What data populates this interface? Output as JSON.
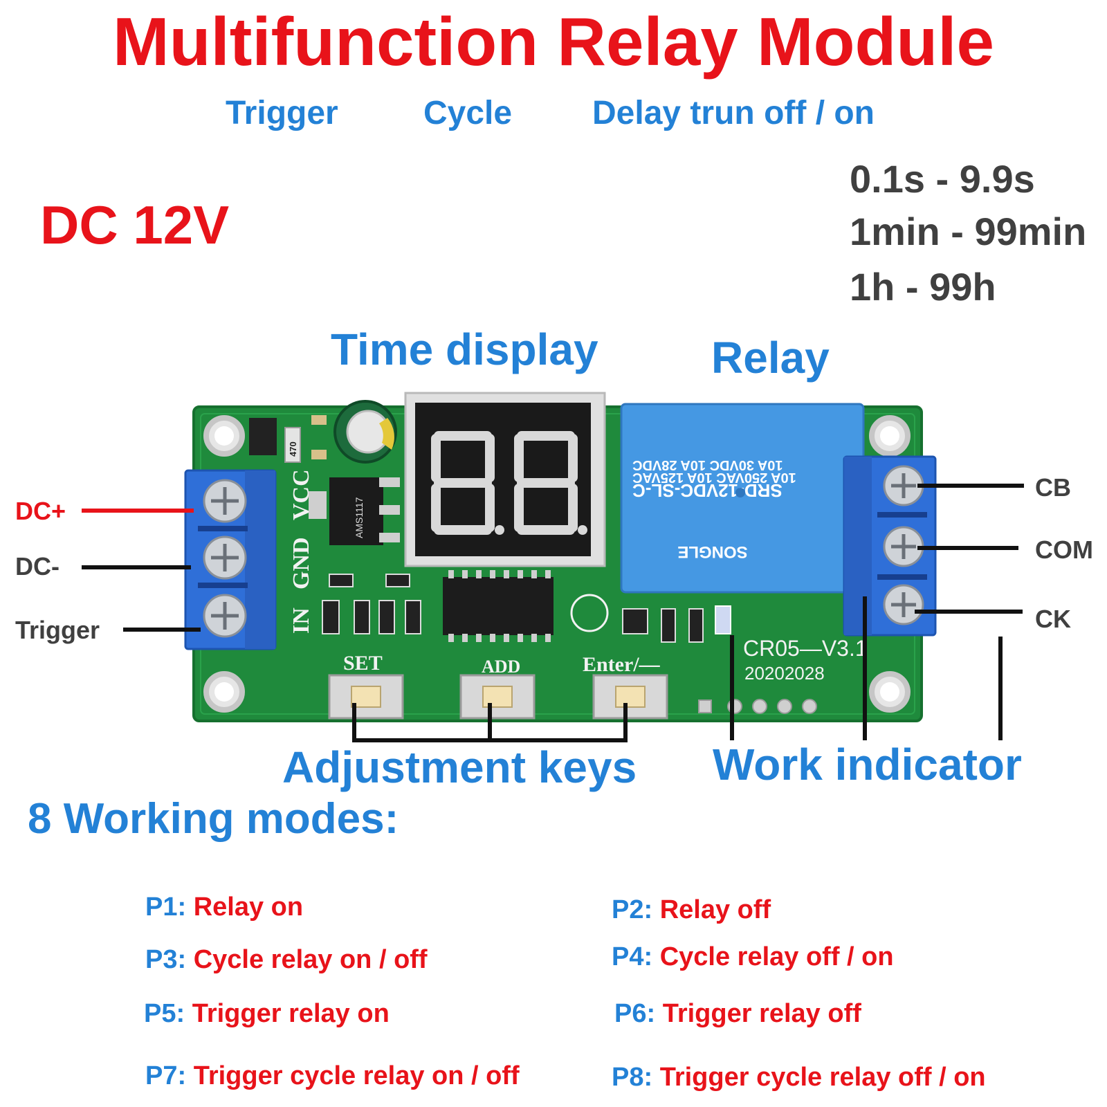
{
  "title": "Multifunction Relay Module",
  "functions": [
    "Trigger",
    "Cycle",
    "Delay trun off / on"
  ],
  "voltage": "DC 12V",
  "time_ranges": [
    "0.1s - 9.9s",
    "1min - 99min",
    "1h - 99h"
  ],
  "callouts": {
    "time_display": "Time display",
    "relay": "Relay",
    "adjustment_keys": "Adjustment keys",
    "work_indicator": "Work indicator"
  },
  "left_terminals": [
    "DC+",
    "DC-",
    "Trigger"
  ],
  "right_terminals": [
    "CB",
    "COM",
    "CK"
  ],
  "board": {
    "silkscreen_vcc": "VCC",
    "silkscreen_gnd": "GND",
    "silkscreen_in": "IN",
    "key_set": "SET",
    "key_add": "ADD",
    "key_enter": "Enter/—",
    "model": "CR05—V3.1",
    "date": "20202028",
    "regulator": "AMS1117",
    "relay_lines": [
      "SRD-12VDC-SL-C",
      "10A 250VAC 10A 125VAC",
      "10A 30VDC 10A 28VDC"
    ],
    "relay_brand": "SONGLE",
    "resistor": "470"
  },
  "modes_heading": "8 Working modes:",
  "modes": [
    {
      "code": "P1:",
      "text": "Relay on"
    },
    {
      "code": "P2:",
      "text": "Relay off"
    },
    {
      "code": "P3:",
      "text": "Cycle relay on / off"
    },
    {
      "code": "P4:",
      "text": "Cycle relay off / on"
    },
    {
      "code": "P5:",
      "text": "Trigger relay on"
    },
    {
      "code": "P6:",
      "text": "Trigger relay off"
    },
    {
      "code": "P7:",
      "text": "Trigger cycle relay on / off"
    },
    {
      "code": "P8:",
      "text": "Trigger cycle relay off / on"
    }
  ],
  "colors": {
    "red": "#e8131a",
    "blue": "#2381d6",
    "dark": "#404040",
    "pcb": "#1f8a3c",
    "terminal_block": "#2f6fd8",
    "relay": "#3b8fe0"
  }
}
